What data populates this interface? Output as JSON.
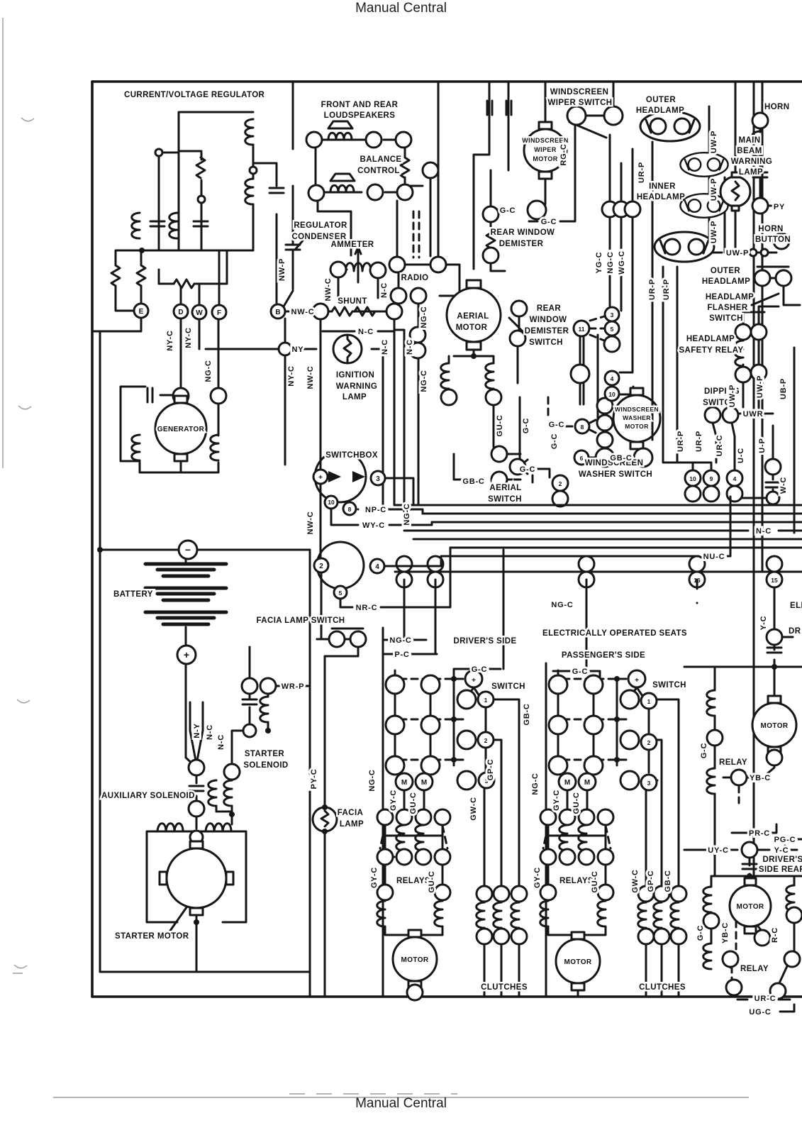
{
  "page": {
    "title_top": "Manual Central",
    "title_bottom": "Manual Central"
  },
  "diagram": {
    "components": {
      "current_voltage_regulator": "CURRENT/VOLTAGE REGULATOR",
      "front_and_rear": "FRONT AND REAR",
      "loudspeakers": "LOUDSPEAKERS",
      "balance": "BALANCE",
      "control": "CONTROL",
      "regulator": "REGULATOR",
      "condenser": "CONDENSER",
      "ammeter": "AMMETER",
      "radio": "RADIO",
      "shunt": "SHUNT",
      "windscreen": "WINDSCREEN",
      "wiper_switch": "WIPER SWITCH",
      "wiper": "WIPER",
      "motor": "MOTOR",
      "outer": "OUTER",
      "headlamp": "HEADLAMP",
      "inner": "INNER",
      "main": "MAIN",
      "beam": "BEAM",
      "warning": "WARNING",
      "lamp": "LAMP",
      "horn": "HORN",
      "button": "BUTTON",
      "rear_window": "REAR WINDOW",
      "demister": "DEMISTER",
      "rear": "REAR",
      "window": "WINDOW",
      "switch": "SWITCH",
      "aerial": "AERIAL",
      "flasher": "FLASHER",
      "safety_relay": "SAFETY RELAY",
      "dipping": "DIPPING",
      "ignition": "IGNITION",
      "generator": "GENERATOR",
      "switchbox": "SWITCHBOX",
      "washer": "WASHER",
      "washer_switch": "WASHER SWITCH",
      "battery": "BATTERY",
      "facia_lamp_switch": "FACIA LAMP SWITCH",
      "electrically_operated_seats": "ELECTRICALLY OPERATED SEATS",
      "drivers_side": "DRIVER'S SIDE",
      "passengers_side": "PASSENGER'S SIDE",
      "starter": "STARTER",
      "solenoid": "SOLENOID",
      "auxiliary_solenoid": "AUXILIARY SOLENOID",
      "facia": "FACIA",
      "starter_motor": "STARTER MOTOR",
      "relays": "RELAYS",
      "relay": "RELAY",
      "clutches": "CLUTCHES",
      "drivers": "DRIVER'S",
      "side_rear": "SIDE REAR",
      "edge_ele": "ELE",
      "edge_dr": "DR"
    },
    "wire_codes": {
      "nw_p": "NW-P",
      "nw_c": "NW-C",
      "n_c": "N-C",
      "n_y": "N-Y",
      "ny": "NY",
      "ny_c": "NY-C",
      "ng_c": "NG-C",
      "nu_c": "NU-C",
      "np_c": "NP-C",
      "wy_c": "WY-C",
      "nr_c": "NR-C",
      "g_c": "G-C",
      "gu_c": "GU-C",
      "gy_c": "GY-C",
      "gb_c": "GB-C",
      "gw_c": "GW-C",
      "gp_c": "GP-C",
      "rg_c": "RG-C",
      "yg_c": "YG-C",
      "wg_c": "WG-C",
      "ur_p": "UR-P",
      "ur_c": "UR-C",
      "uw_p": "UW-P",
      "ub_p": "UB-P",
      "uwr": "UWR",
      "u_c": "U-C",
      "u_p": "U-P",
      "w_c": "W-C",
      "p_c": "P-C",
      "py_c": "PY-C",
      "py": "PY",
      "wr_p": "WR-P",
      "y_c": "Y-C",
      "yb_c": "YB-C",
      "pr_c": "PR-C",
      "pg_c": "PG-C",
      "uy_c": "UY-C",
      "r_c": "R-C",
      "ug_c": "UG-C"
    },
    "terminals": {
      "plus": "+",
      "minus": "−",
      "b": "B",
      "d": "D",
      "w": "W",
      "e": "E",
      "f": "F",
      "m": "M",
      "n1": "1",
      "n2": "2",
      "n3": "3",
      "n4": "4",
      "n5": "5",
      "n6": "6",
      "n8": "8",
      "n9": "9",
      "n10": "10",
      "n11": "11",
      "n15": "15",
      "n16": "16"
    },
    "colors": {
      "ink": "#161616",
      "paper": "#ffffff"
    }
  }
}
